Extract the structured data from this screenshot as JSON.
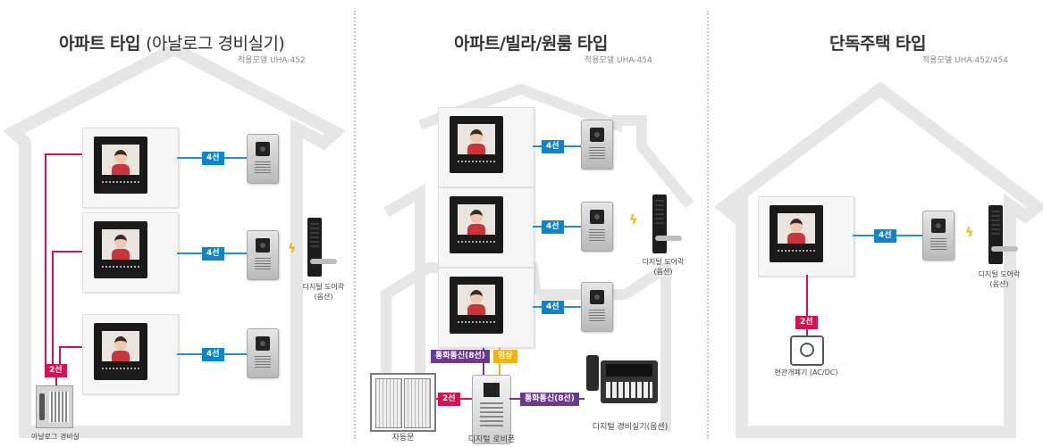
{
  "panels": [
    {
      "title_bold": "아파트 타입",
      "title_light": "(아날로그 경비실기)",
      "model": "적용모델 UHA-452",
      "wire_monitor_door": "4선",
      "wire_security": "2선",
      "security_label": "아날로그 경비실",
      "doorlock_label": "디지털 도어락\n(옵션)"
    },
    {
      "title_bold": "아파트/빌라/원룸 타입",
      "model": "적용모델 UHA-454",
      "wire_monitor_door": "4선",
      "wire_comm": "통화통신(8선)",
      "wire_video": "영상",
      "wire_gate": "2선",
      "wire_guard": "통화통신(8선)",
      "gate_label": "자동문",
      "lobby_label": "디지털 로비폰",
      "guard_label": "디지털 경비실기(옵션)",
      "doorlock_label": "디지털 도어락\n(옵션)"
    },
    {
      "title_bold": "단독주택 타입",
      "model": "적용모델 UHA-452/454",
      "wire_monitor_door": "4선",
      "wire_lock": "2선",
      "lock_label": "현관개폐기 (AC/DC)",
      "doorlock_label": "디지털 도어락\n(옵션)"
    }
  ],
  "colors": {
    "wire_4": "#0f84c8",
    "wire_2": "#d5134f",
    "wire_comm": "#6a3a8c",
    "wire_video": "#f3b11a",
    "house_outline": "#ebebeb"
  },
  "icons": [
    "monitor-icon",
    "door-camera-icon",
    "digital-doorlock-icon",
    "wireless-bolt-icon",
    "analog-security-icon",
    "automatic-door-icon",
    "lobby-phone-icon",
    "guard-console-icon",
    "door-opener-icon"
  ]
}
